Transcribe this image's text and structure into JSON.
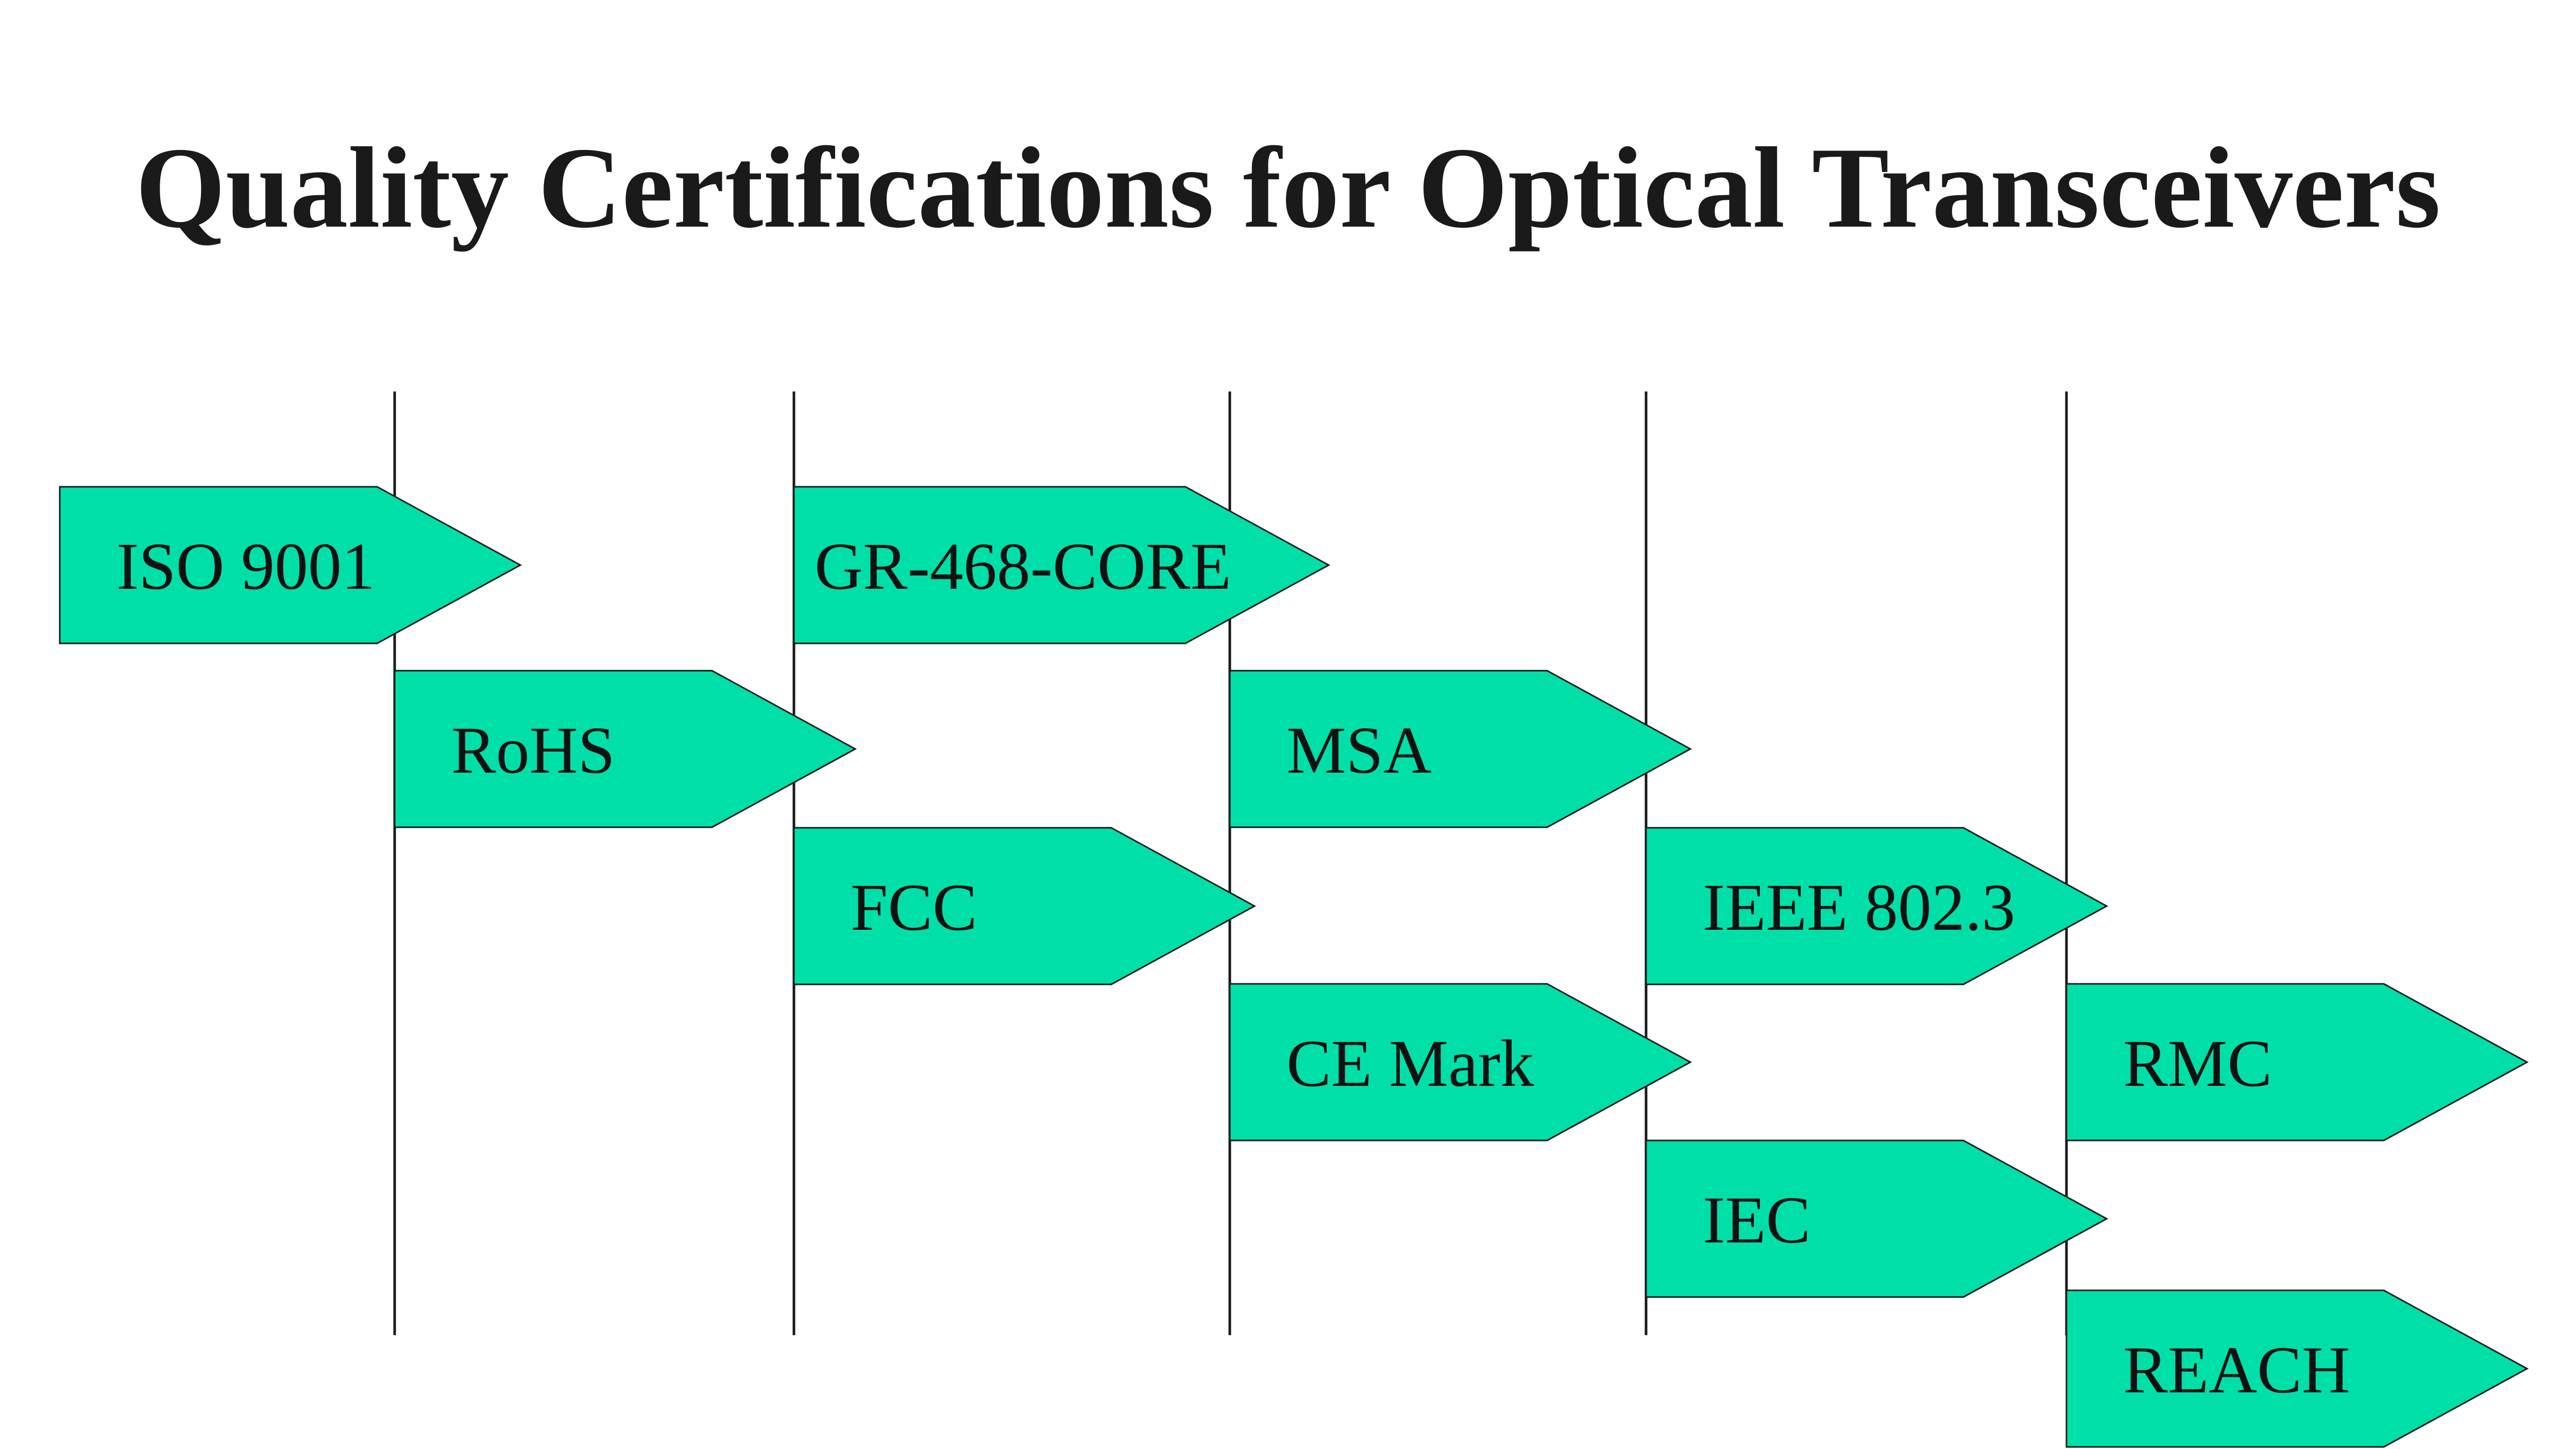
{
  "title": "Quality Certifications for Optical Transceivers",
  "colors": {
    "arrow_fill": "#00DFA8",
    "line": "#1A1A1A",
    "background": "#FFFFFF"
  },
  "certifications": [
    "ISO 9001",
    "RoHS",
    "GR-468-CORE",
    "FCC",
    "MSA",
    "CE Mark",
    "IEEE 802.3",
    "IEC",
    "RMC",
    "REACH"
  ]
}
